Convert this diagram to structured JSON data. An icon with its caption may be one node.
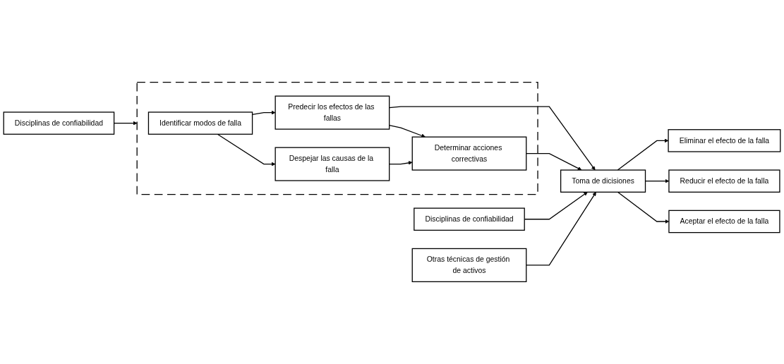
{
  "diagram": {
    "nodes": [
      {
        "text": [
          "Disciplinas de confiabilidad"
        ]
      },
      {
        "text": [],
        "shape": "box"
      },
      {
        "text": [
          "Identificar modos de falla"
        ],
        "in": 1
      },
      {
        "text": [
          "Predecir los efectos de las fallas"
        ],
        "in": 1
      },
      {
        "text": [
          "Despejar las causas de la falla"
        ],
        "in": 1
      },
      {
        "text": [
          "Determinar acciones correctivas"
        ],
        "in": 1
      },
      {
        "text": [
          "Disciplinas de confiabilidad"
        ]
      },
      {
        "text": [
          "Toma de dicisiones"
        ]
      },
      {
        "text": [
          "Otras técnicas de gestión de activos"
        ]
      },
      {
        "text": [
          "Eliminar el efecto de la falla"
        ]
      },
      {
        "text": [
          "Reducir el efecto de la falla"
        ]
      },
      {
        "text": [
          "Aceptar el efecto de la falla"
        ]
      }
    ],
    "edges": [
      {
        "from": 0,
        "to": 1,
        "arrow": "to"
      },
      {
        "from": 2,
        "to": 3,
        "arrow": "to"
      },
      {
        "from": 2,
        "to": 4,
        "arrow": "to"
      },
      {
        "from": 3,
        "to": 5,
        "arrow": "to"
      },
      {
        "from": 4,
        "to": 5,
        "arrow": "to"
      },
      {
        "from": 3,
        "to": 7,
        "arrow": "to"
      },
      {
        "from": 5,
        "to": 7,
        "arrow": "to"
      },
      {
        "from": 6,
        "to": 7,
        "arrow": "to"
      },
      {
        "from": 8,
        "to": 7,
        "arrow": "to"
      },
      {
        "from": 7,
        "to": 9,
        "arrow": "to"
      },
      {
        "from": 7,
        "to": 10,
        "arrow": "to"
      },
      {
        "from": 7,
        "to": 11,
        "arrow": "to"
      }
    ]
  }
}
